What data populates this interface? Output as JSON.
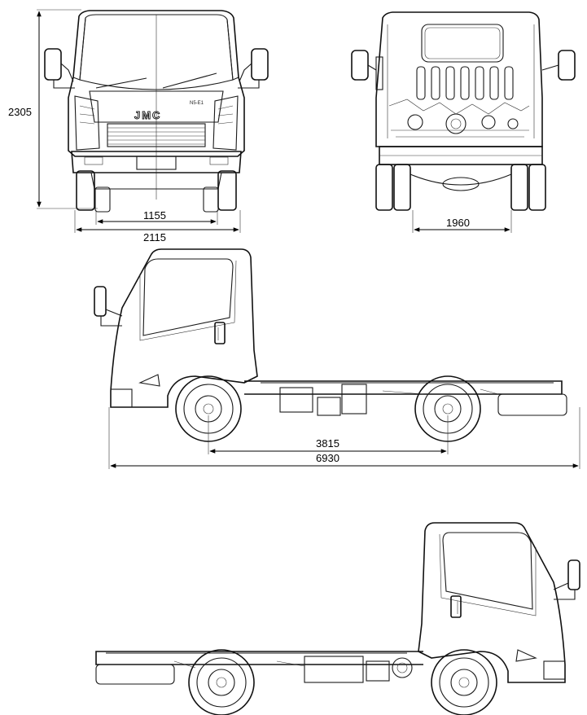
{
  "front_view": {
    "height_label": "2305",
    "front_track_label": "1155",
    "overall_width_label": "2115",
    "brand_logo": "JMC",
    "model_badge": "N5-E1"
  },
  "rear_view": {
    "rear_track_label": "1960"
  },
  "side_view": {
    "wheelbase_label": "3815",
    "overall_length_label": "6930"
  }
}
